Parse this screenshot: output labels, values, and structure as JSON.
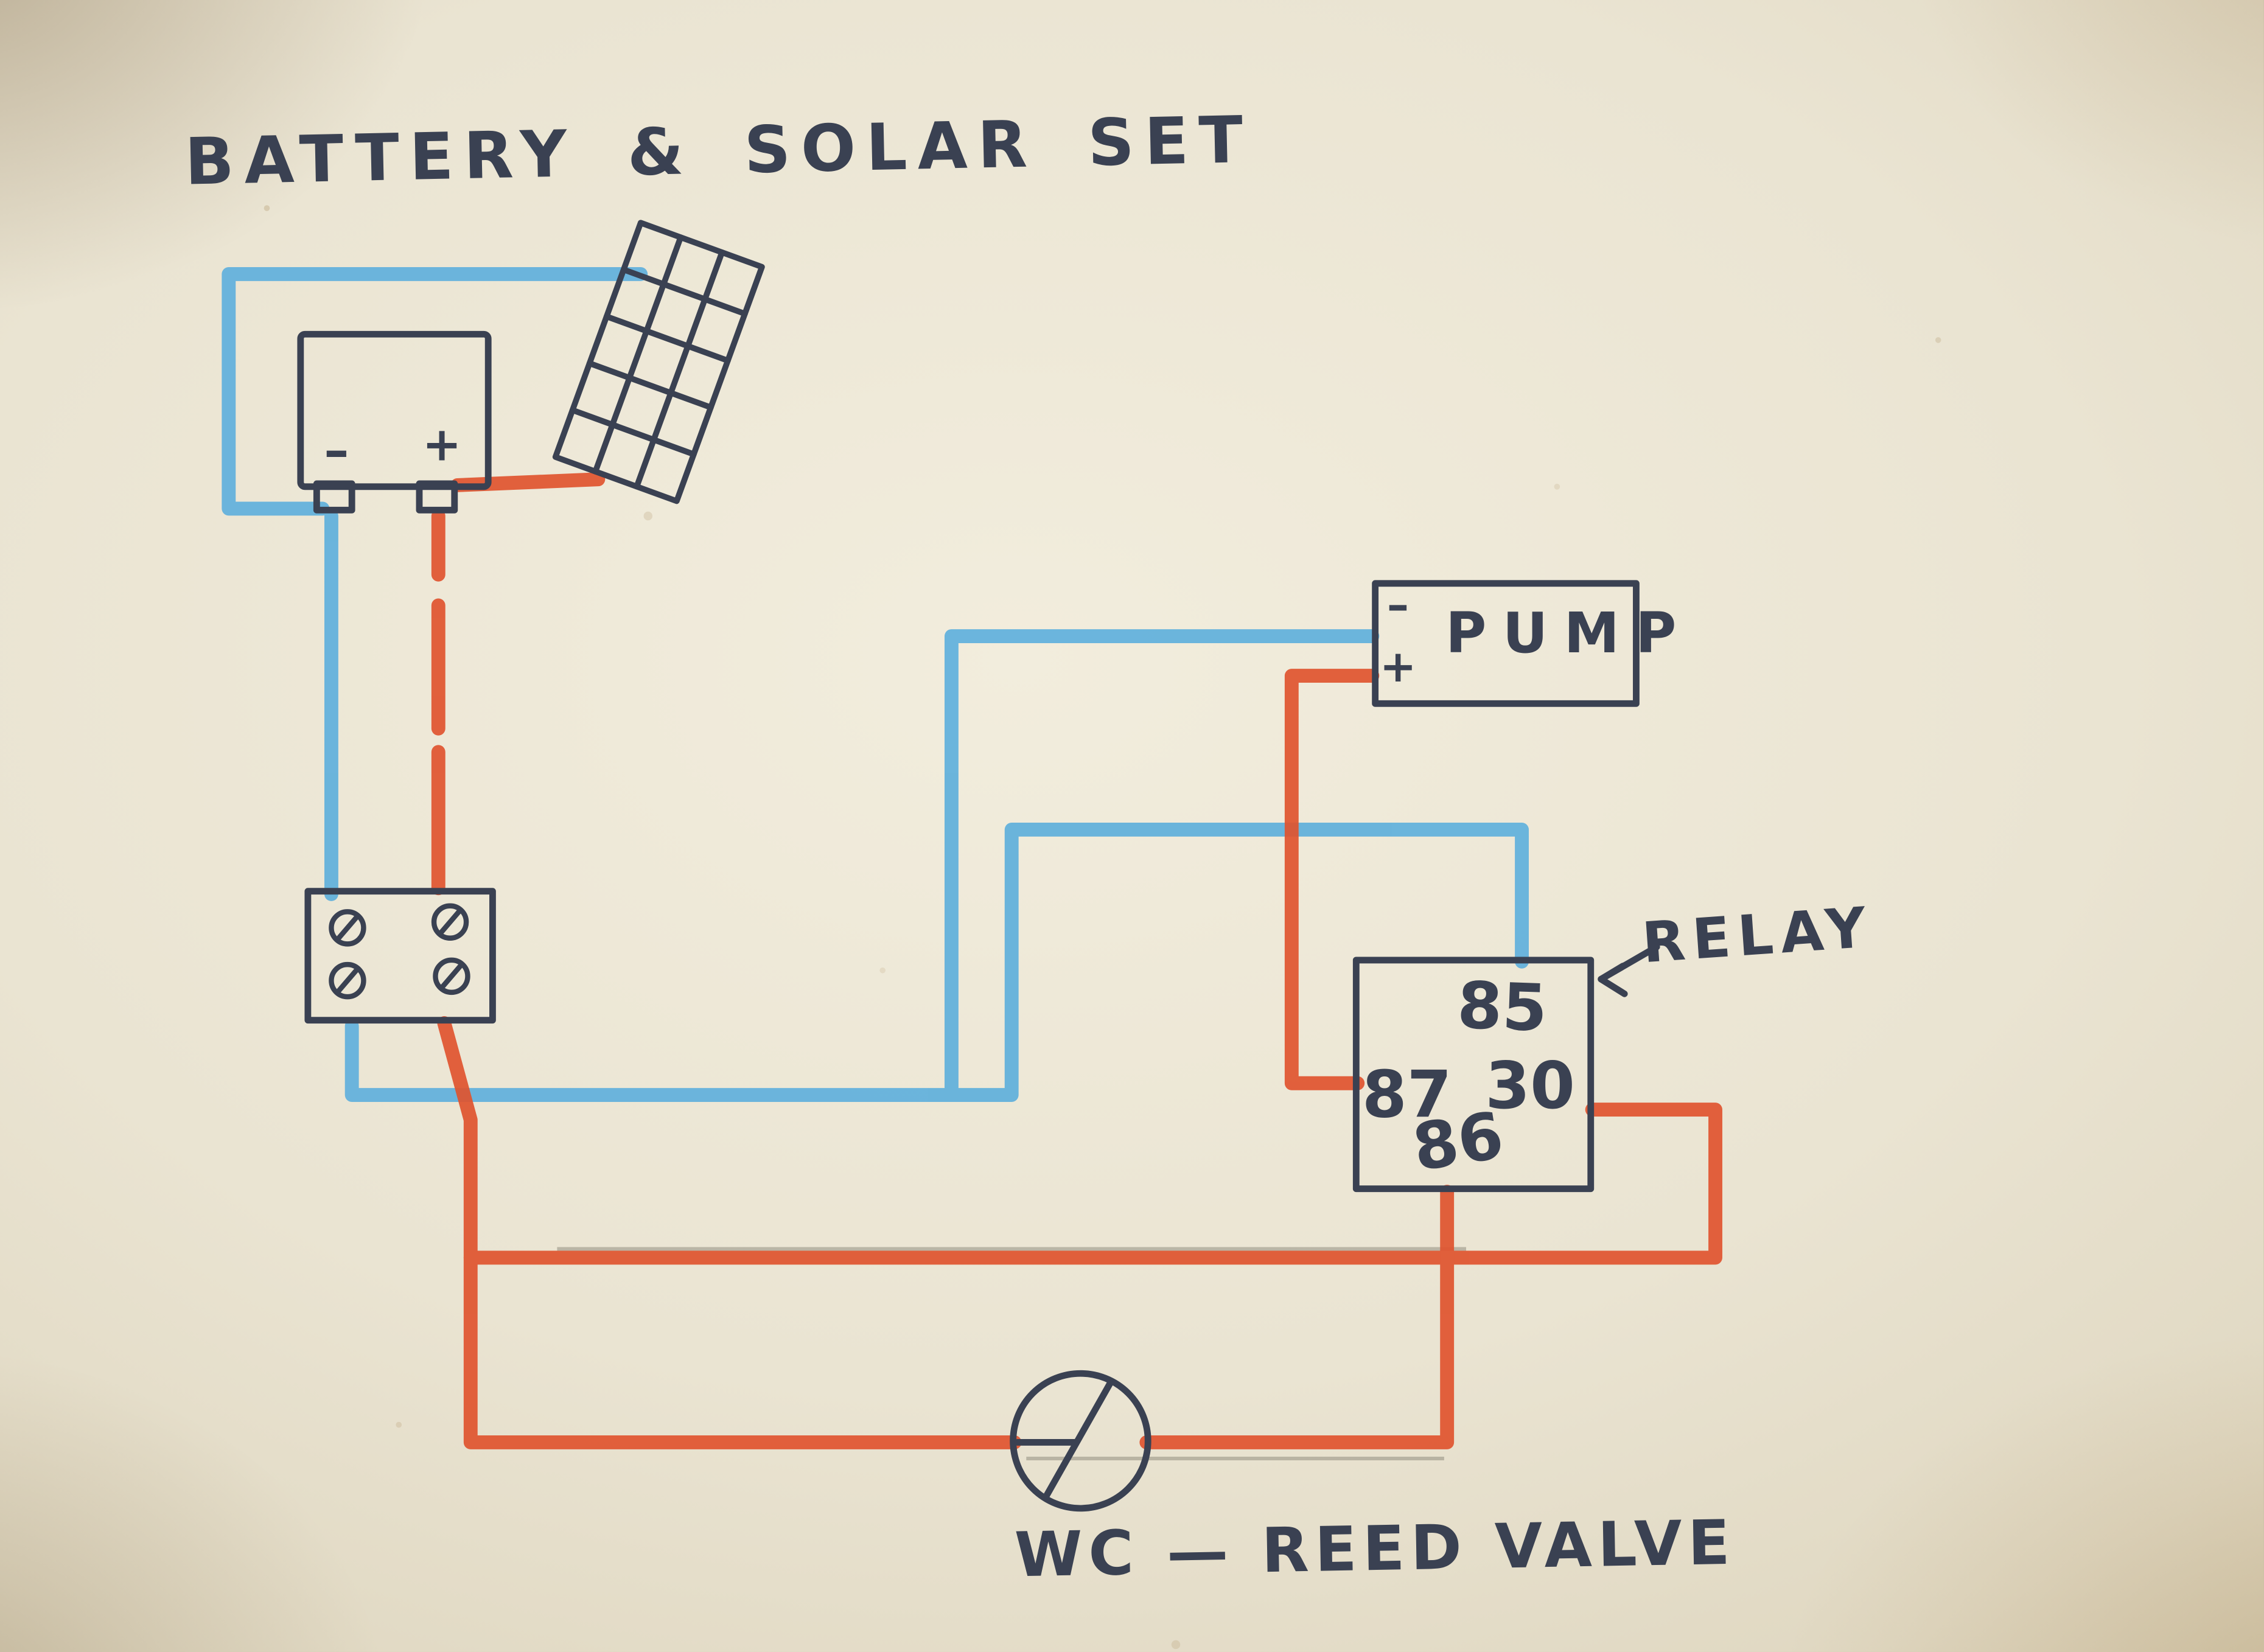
{
  "diagram": {
    "title": "BATTERY & SOLAR SET",
    "battery": {
      "minus": "–",
      "plus": "+"
    },
    "solar_panel": {
      "name": "solar-panel"
    },
    "pump": {
      "label": "PUMP",
      "minus": "–",
      "plus": "+"
    },
    "relay": {
      "label": "RELAY",
      "pins": {
        "p85": "85",
        "p87": "87",
        "p30": "30",
        "p86": "86"
      }
    },
    "reed_valve": {
      "label": "WC — REED VALVE"
    }
  },
  "colors": {
    "wire_negative": "#5fb0dc",
    "wire_positive": "#e0542f",
    "ink": "#3a4152",
    "pencil": "#8a8578",
    "paper": "#eae4d2"
  }
}
